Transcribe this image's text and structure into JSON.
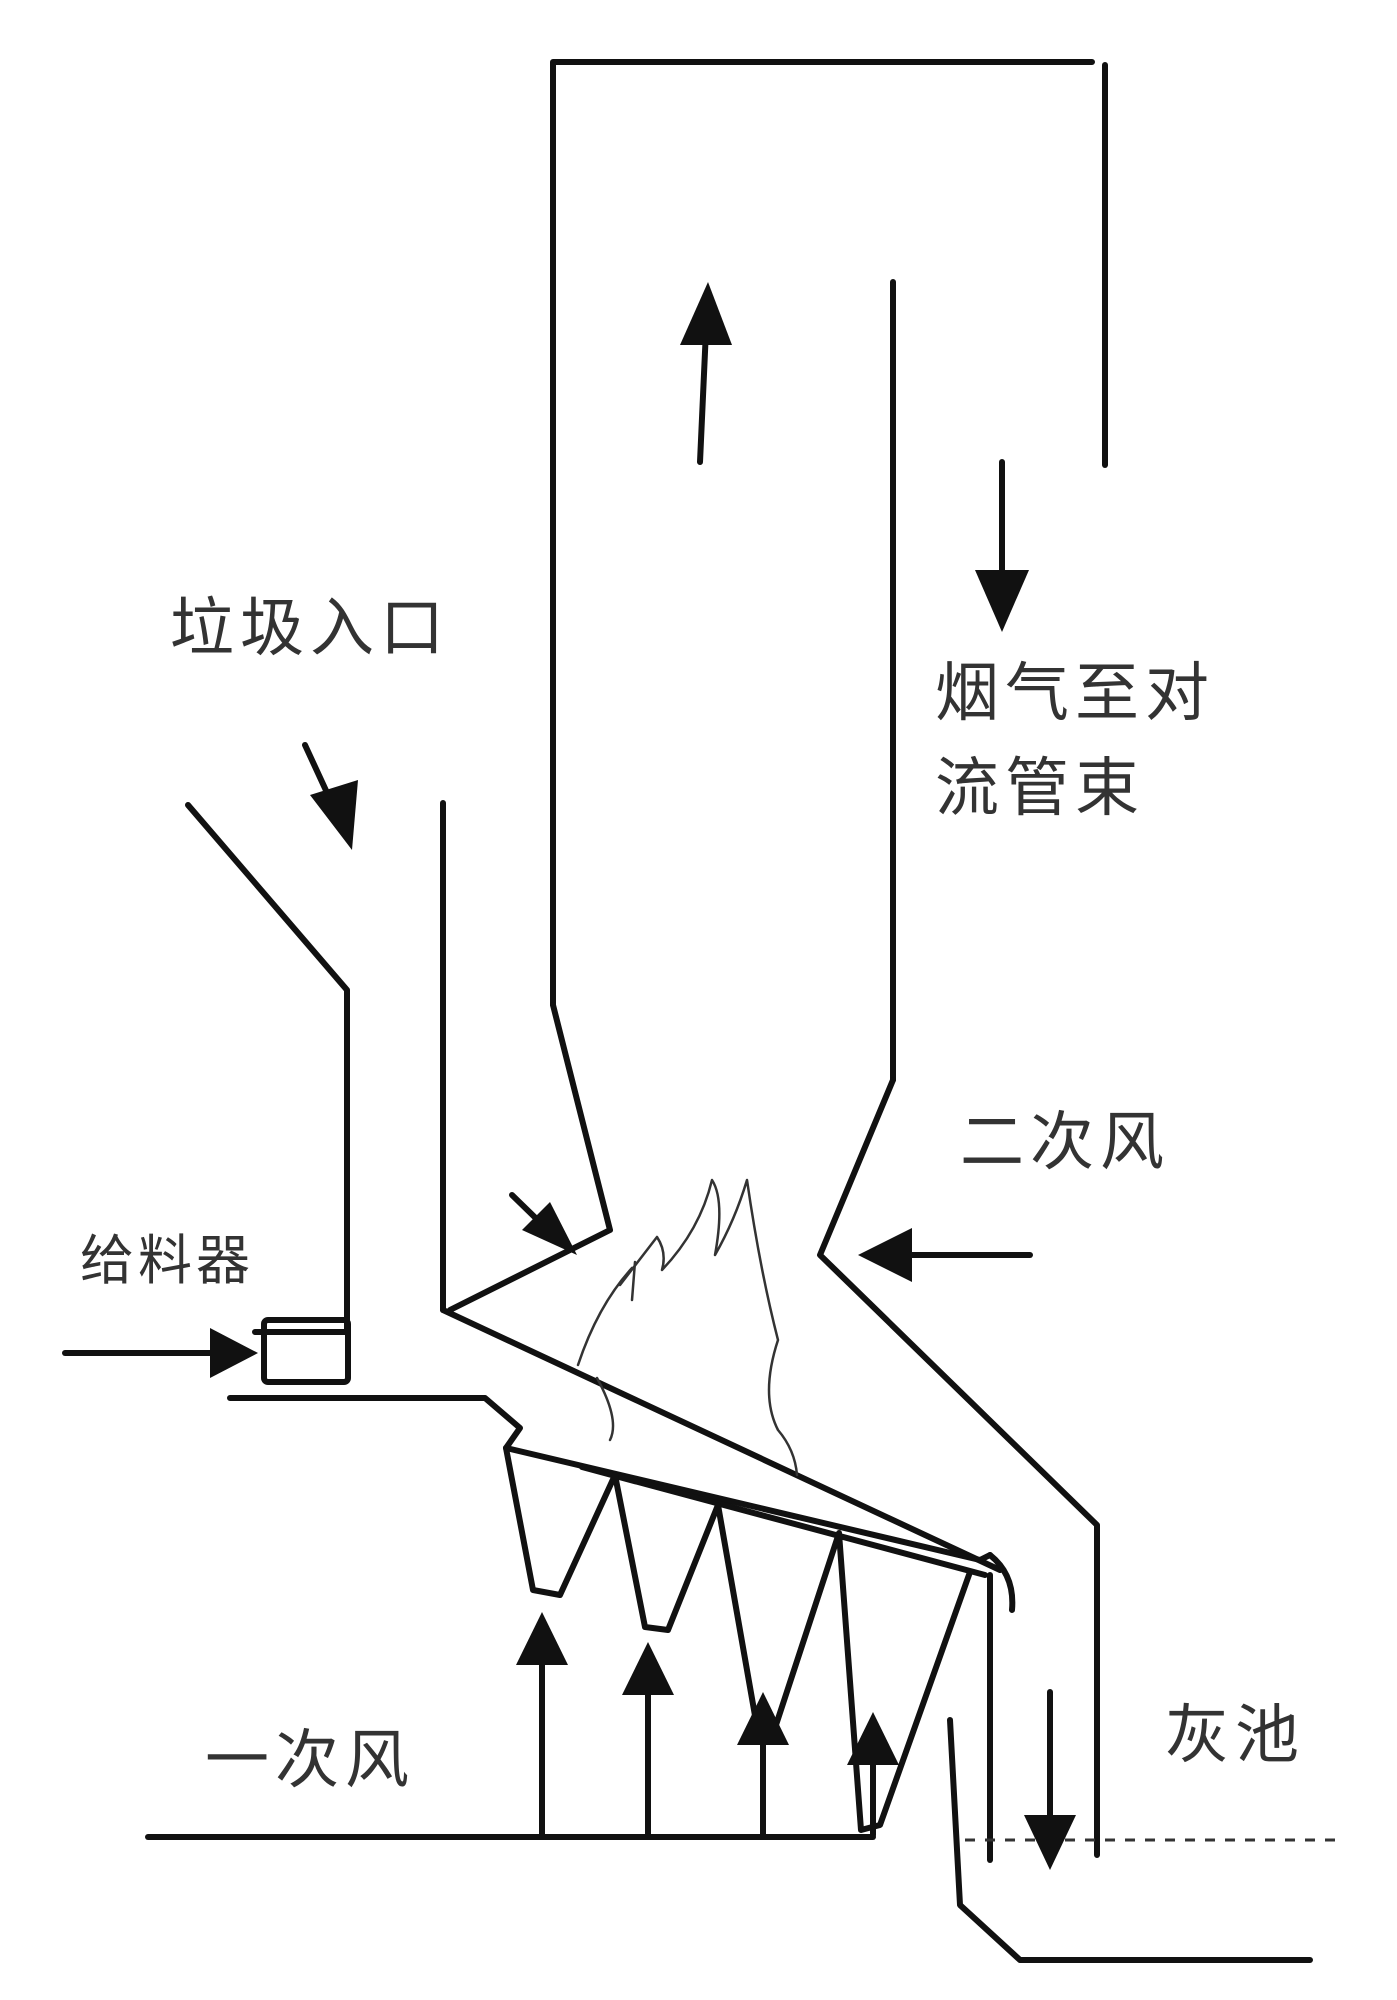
{
  "labels": {
    "waste_inlet": "垃圾入口",
    "flue_gas_line1": "烟气至对",
    "flue_gas_line2": "流管束",
    "secondary_air": "二次风",
    "feeder": "给料器",
    "primary_air": "一次风",
    "ash_pit": "灰池"
  },
  "colors": {
    "line": "#111111",
    "text": "#333333",
    "background": "#ffffff"
  }
}
